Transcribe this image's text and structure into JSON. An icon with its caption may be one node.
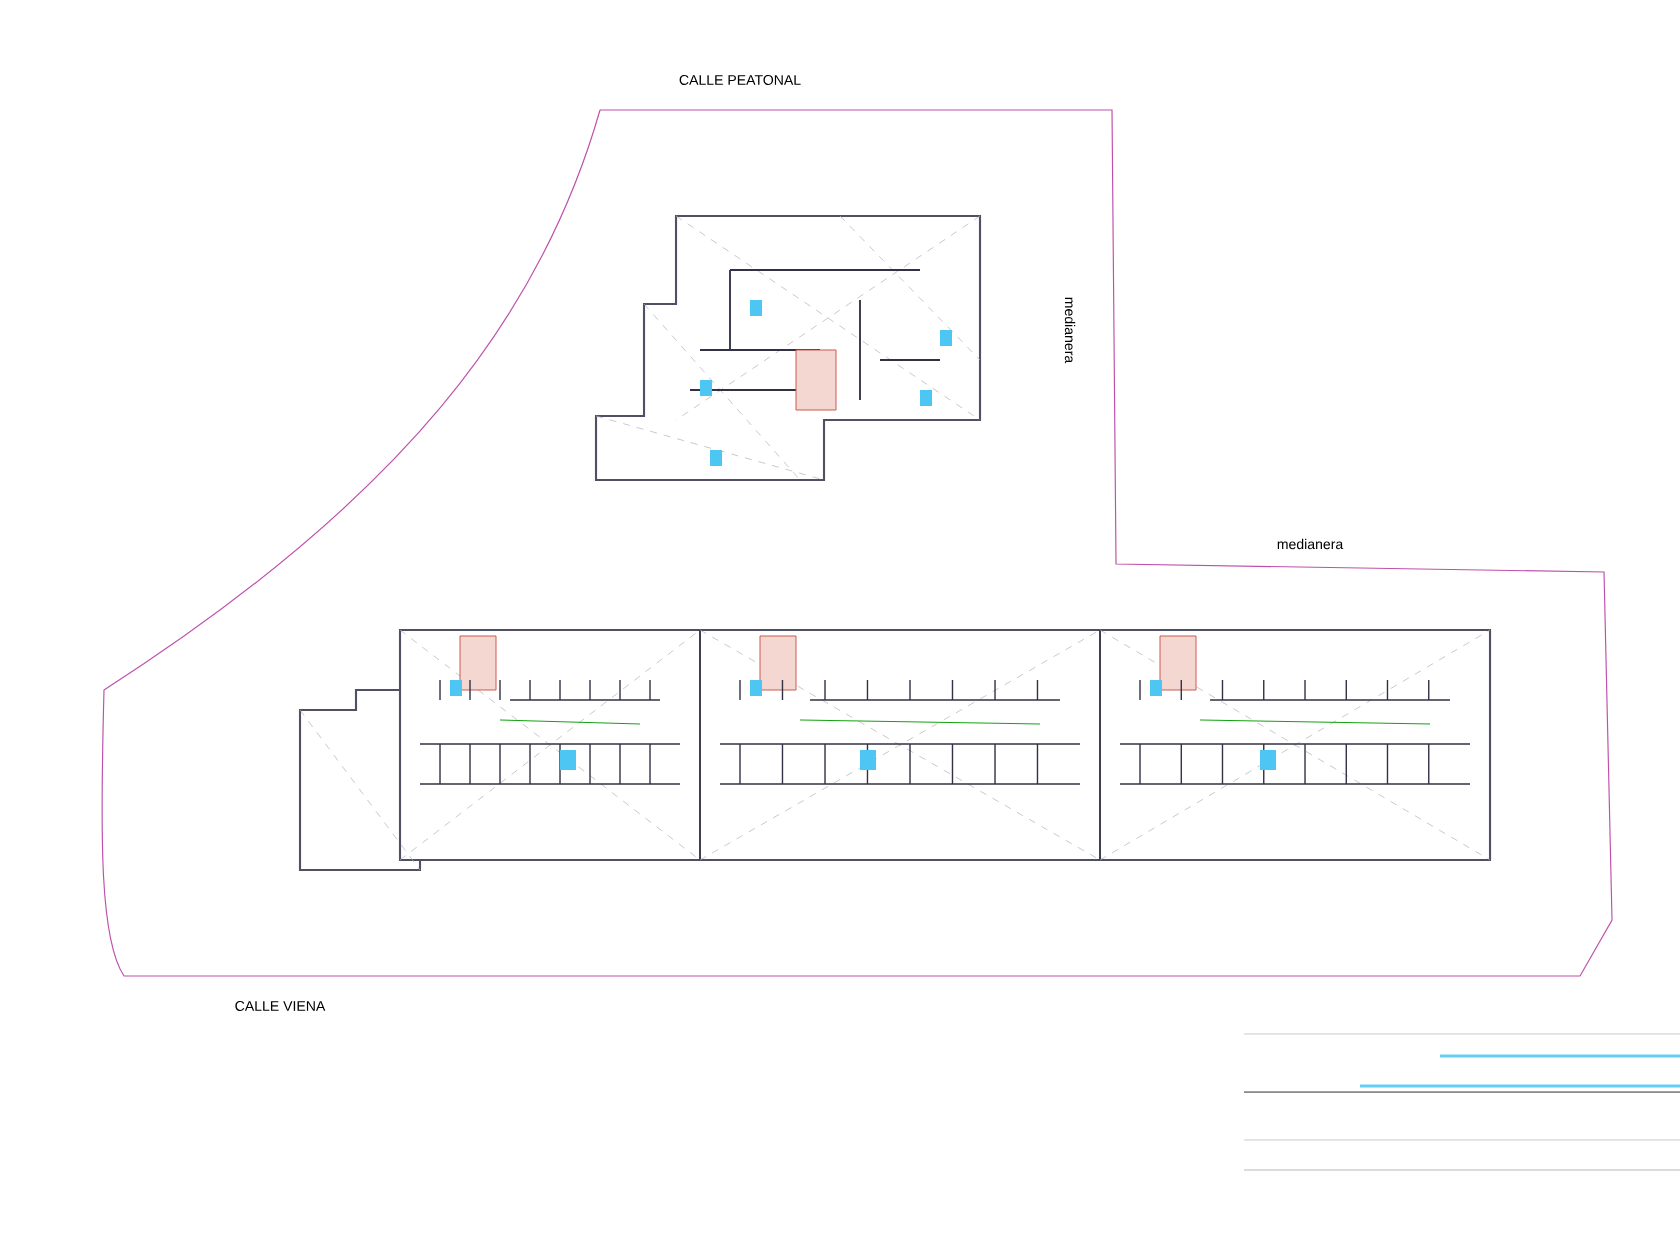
{
  "diagram": {
    "labels": [
      "CALLE PEATONAL",
      "medianera",
      "medianera",
      "CALLE VIENA"
    ]
  }
}
